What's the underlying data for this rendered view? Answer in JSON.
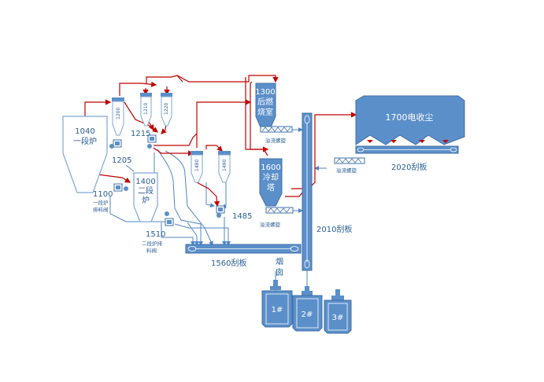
{
  "colors": {
    "fill": "#5b8fc9",
    "stroke": "#3f6fa8",
    "pale_stroke": "#7fa6d3",
    "text": "#2b5e96",
    "red": "#c00000",
    "blue_line": "#4f86c6"
  },
  "units": {
    "furnace1": {
      "code": "1040",
      "name": "一段炉"
    },
    "furnace2": {
      "code": "1400",
      "name": "二段炉"
    },
    "afterburner": {
      "code": "1300",
      "name": "后燃",
      "name2": "烧室"
    },
    "cooler": {
      "code": "1600",
      "name": "冷却",
      "name2": "塔"
    },
    "precipitator": {
      "label": "1700电收尘"
    },
    "cyclones": [
      "1200",
      "1210",
      "1220",
      "1480",
      "1490"
    ],
    "valves": {
      "v1215": "1215",
      "v1205": "1205",
      "v1100": "1100",
      "v1100_name1": "一段炉",
      "v1100_name2": "排料阀",
      "v1510": "1510",
      "v1510_name1": "二段炉排",
      "v1510_name2": "料阀",
      "v1485": "1485"
    },
    "conveyors": {
      "c1560": "1560刮板",
      "c2010": "2010刮板",
      "c2020": "2020刮板"
    },
    "screws": {
      "screw1": "溢流螺旋",
      "screw2": "溢流螺旋",
      "screw3": "溢流螺旋"
    },
    "stack": {
      "c1": "烟",
      "c2": "囱"
    },
    "silos": [
      "1#",
      "2#",
      "3#"
    ]
  }
}
